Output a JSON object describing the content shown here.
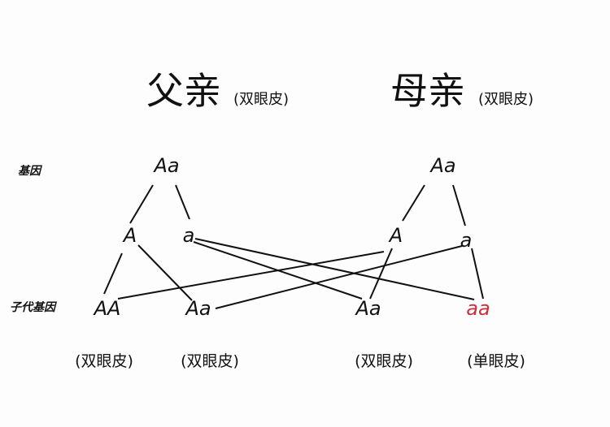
{
  "father": {
    "title": "父亲",
    "trait": "(双眼皮)",
    "genotype": "Aa",
    "gametes": [
      "A",
      "a"
    ]
  },
  "mother": {
    "title": "母亲",
    "trait": "(双眼皮)",
    "genotype": "Aa",
    "gametes": [
      "A",
      "a"
    ]
  },
  "labels": {
    "gene": "基因",
    "offspring_gene": "子代基因"
  },
  "offspring": [
    {
      "genotype": "AA",
      "phenotype": "(双眼皮)"
    },
    {
      "genotype": "Aa",
      "phenotype": "(双眼皮)"
    },
    {
      "genotype": "Aa",
      "phenotype": "(双眼皮)"
    },
    {
      "genotype": "aa",
      "phenotype": "(单眼皮)",
      "color": "#c8303a"
    }
  ]
}
